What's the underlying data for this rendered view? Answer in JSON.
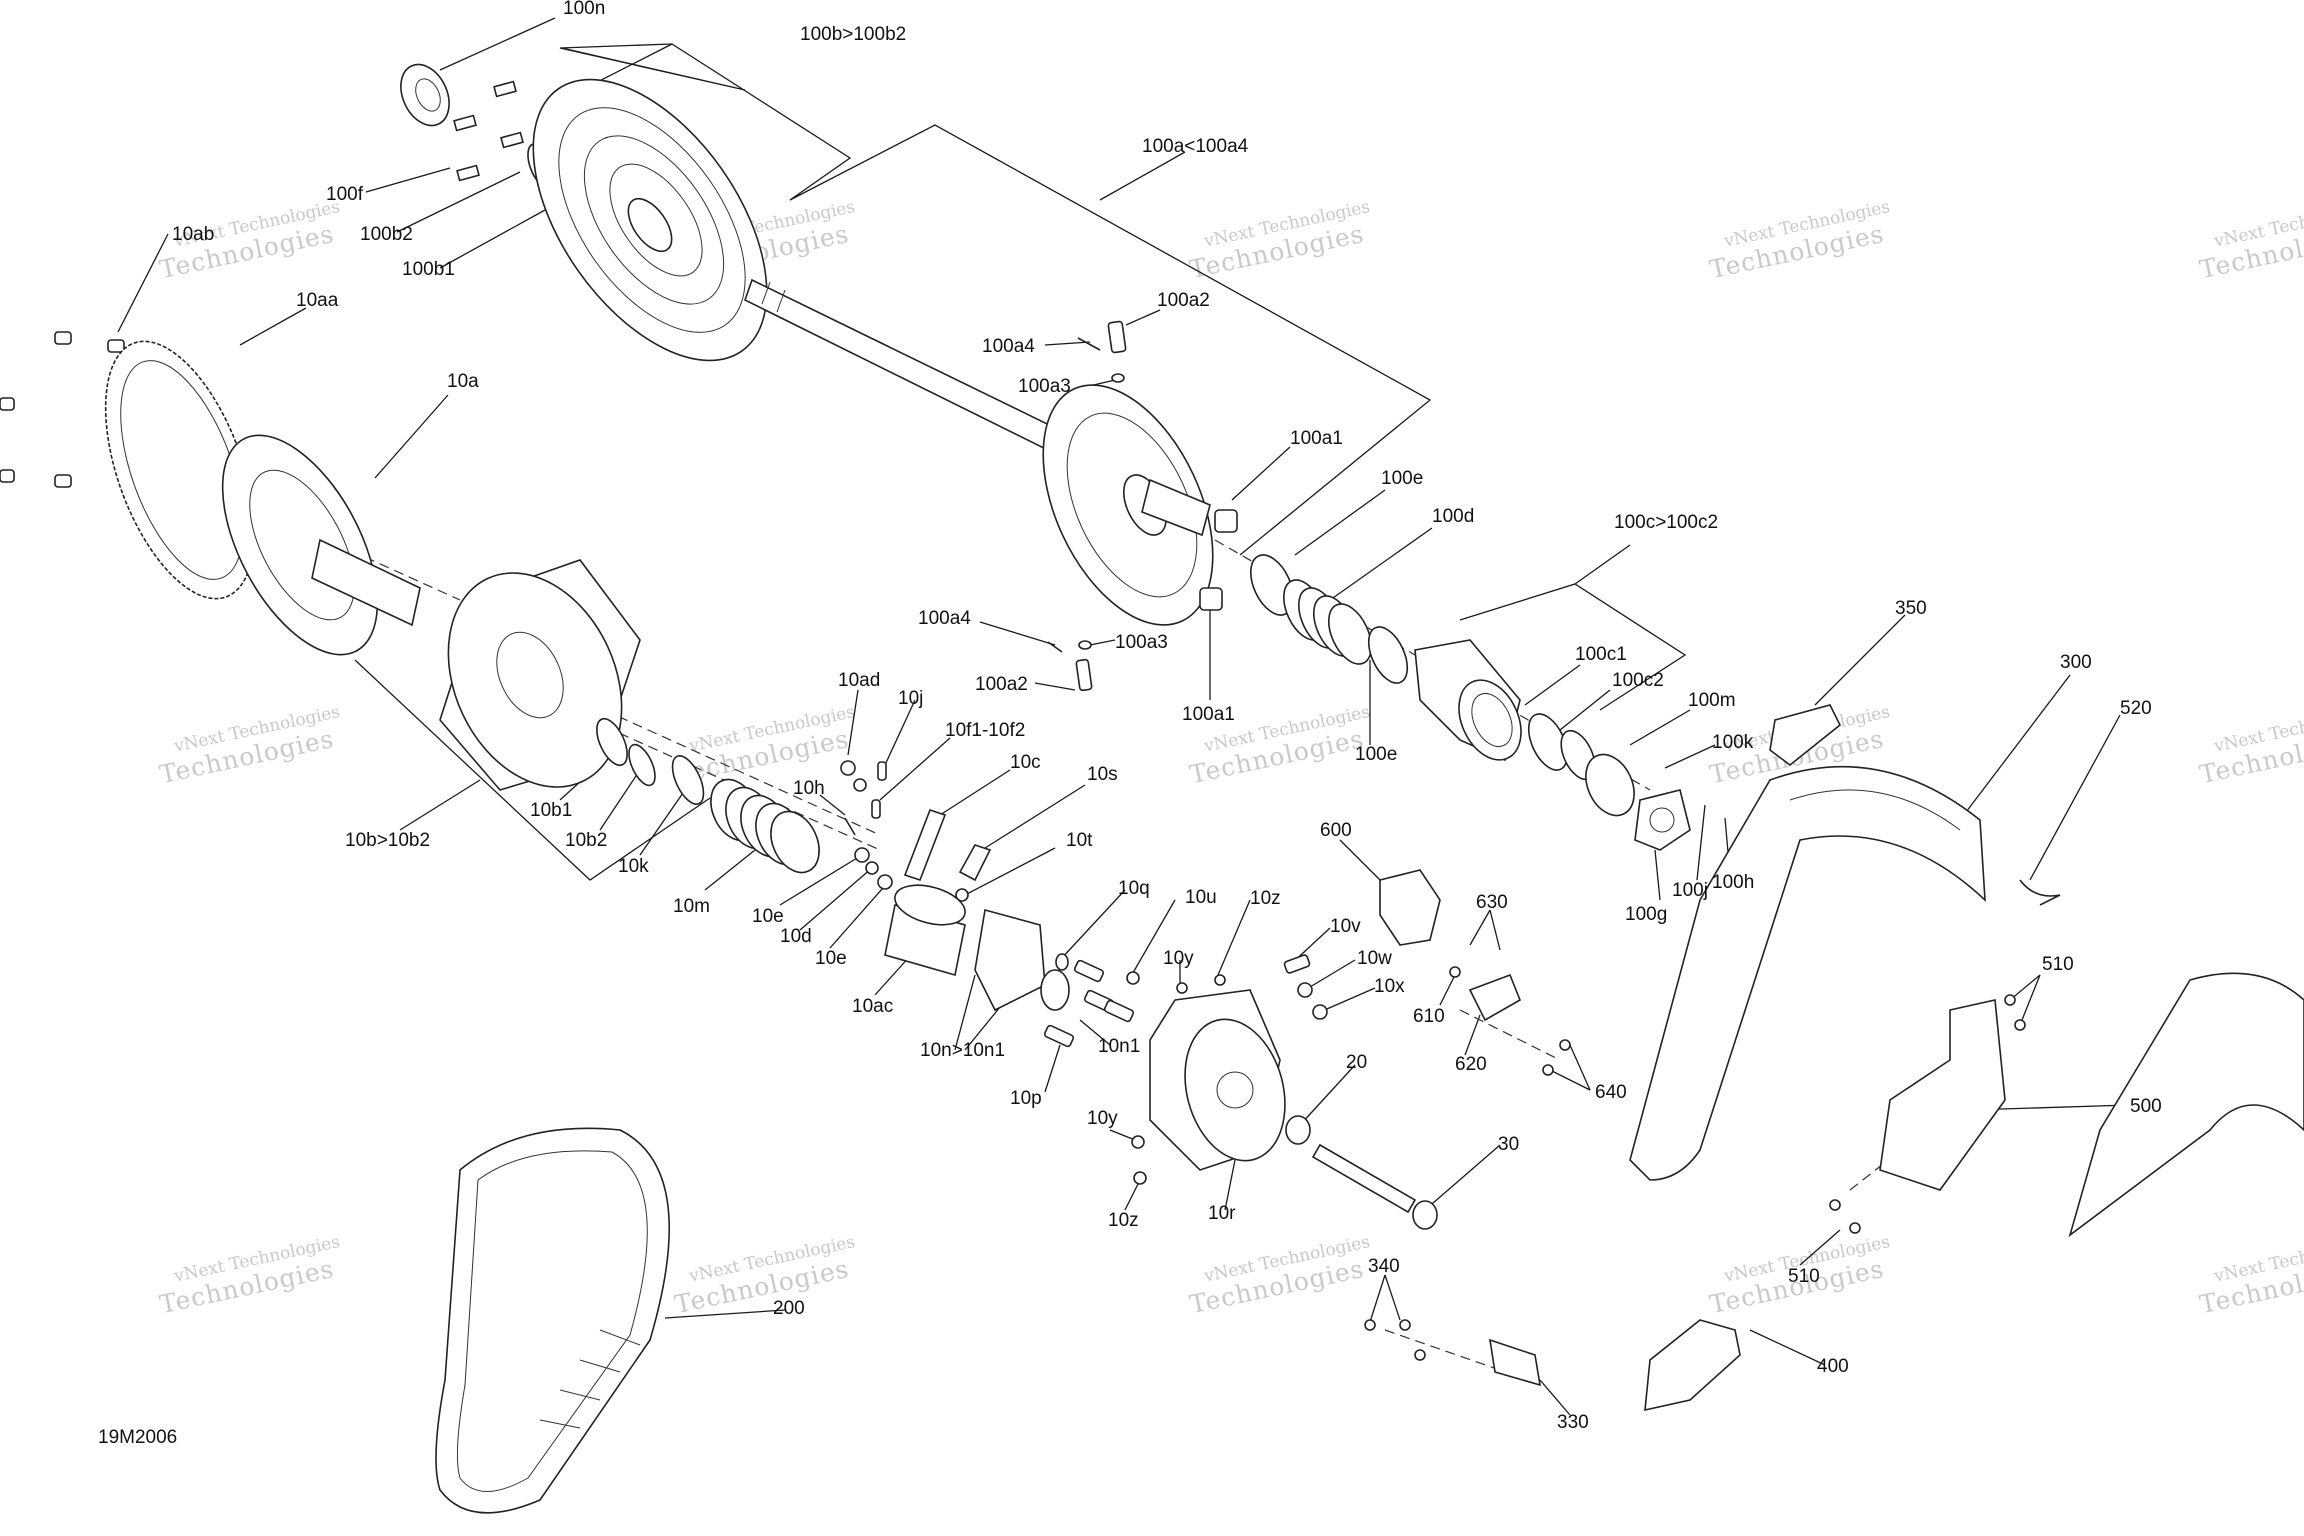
{
  "diagram": {
    "drawing_code": "19M2006",
    "watermark": {
      "line1": "vNext Technologies",
      "line2": "Technologies"
    },
    "part_labels": [
      "100n",
      "100b>100b2",
      "100a<100a4",
      "10ab",
      "100f",
      "100b2",
      "100b1",
      "10aa",
      "10a",
      "100a4",
      "100a2",
      "100a3",
      "100a1",
      "100e",
      "100d",
      "100c>100c2",
      "100a4",
      "100a3",
      "100a2",
      "100a1",
      "100c1",
      "100c2",
      "100e",
      "100m",
      "100k",
      "100j",
      "100h",
      "100g",
      "350",
      "300",
      "520",
      "10ad",
      "10j",
      "10f1-10f2",
      "10c",
      "10s",
      "10h",
      "10b1",
      "10b2",
      "10b>10b2",
      "10k",
      "10m",
      "10e",
      "10d",
      "10e",
      "10t",
      "10ac",
      "10q",
      "10u",
      "10z",
      "10v",
      "10w",
      "10x",
      "10y",
      "10n>10n1",
      "10n1",
      "10p",
      "600",
      "630",
      "610",
      "620",
      "640",
      "510",
      "500",
      "20",
      "30",
      "10y",
      "10z",
      "10r",
      "340",
      "330",
      "200",
      "400",
      "510"
    ]
  }
}
